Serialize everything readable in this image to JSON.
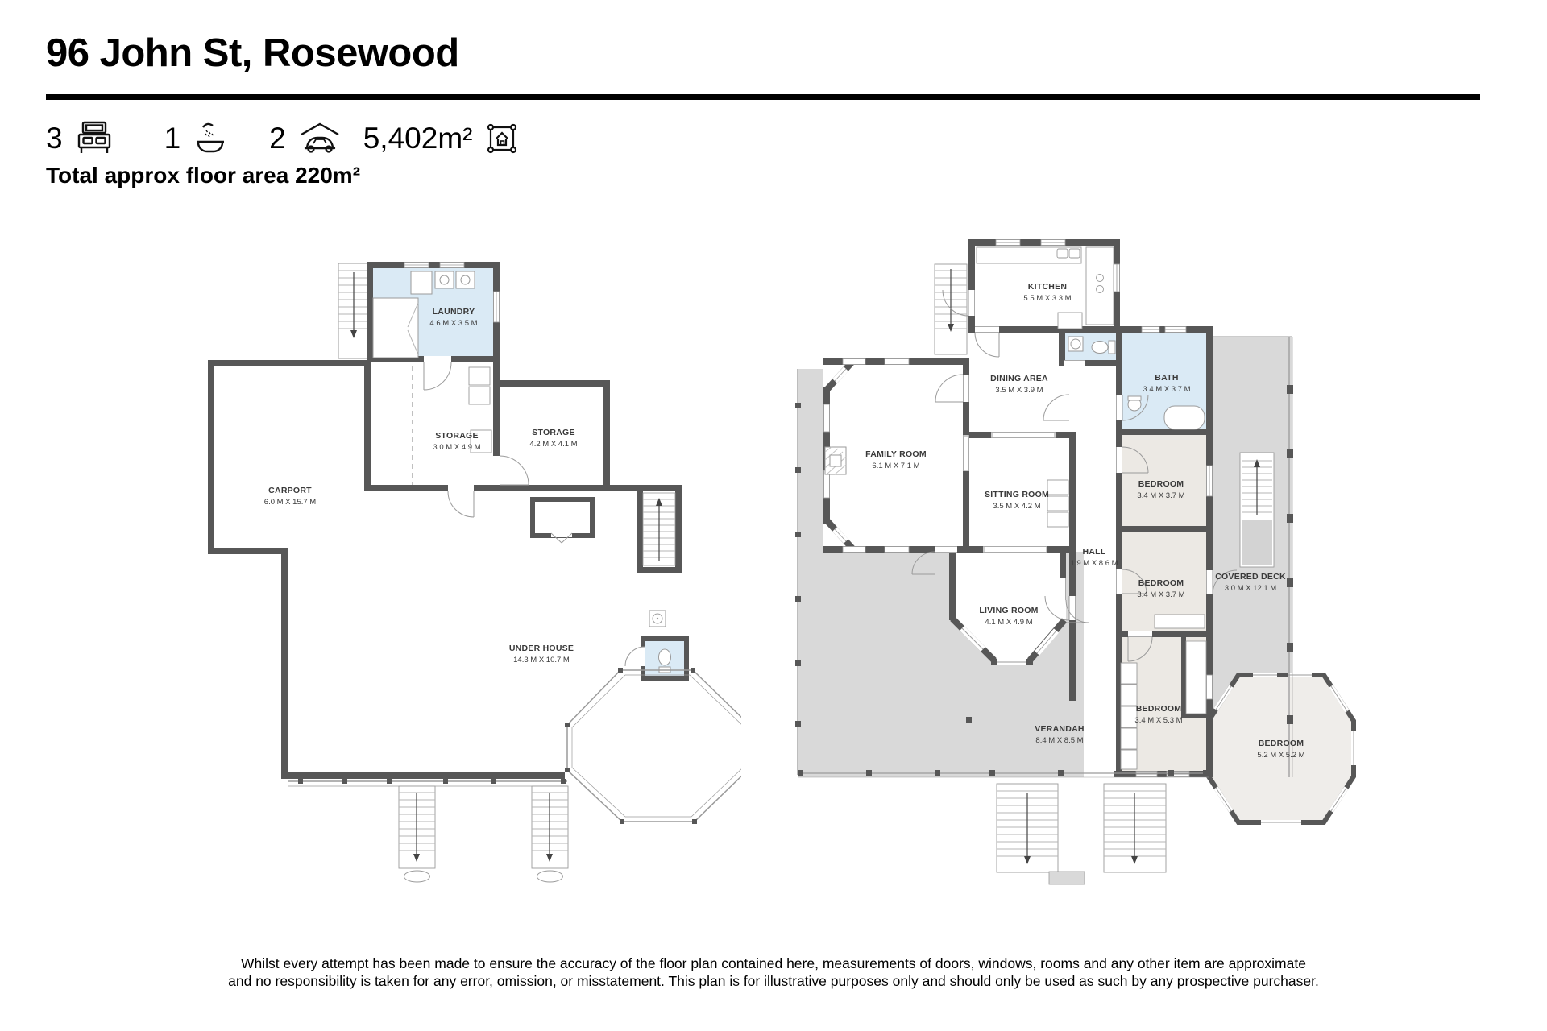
{
  "header": {
    "title": "96 John St, Rosewood",
    "stats": [
      {
        "icon": "bed-icon",
        "value": "3"
      },
      {
        "icon": "bath-icon",
        "value": "1"
      },
      {
        "icon": "car-icon",
        "value": "2"
      },
      {
        "icon": "land-size-icon",
        "value": "5,402m²"
      }
    ],
    "floor_area_note": "Total approx floor area 220m²"
  },
  "plans": {
    "lower": {
      "rooms": [
        {
          "name": "LAUNDRY",
          "dims": "4.6 M X 3.5 M"
        },
        {
          "name": "CARPORT",
          "dims": "6.0 M X 15.7 M"
        },
        {
          "name": "STORAGE",
          "dims": "3.0 M X 4.9 M"
        },
        {
          "name": "STORAGE",
          "dims": "4.2 M X 4.1 M"
        },
        {
          "name": "UNDER HOUSE",
          "dims": "14.3 M X 10.7 M"
        }
      ]
    },
    "upper": {
      "rooms": [
        {
          "name": "KITCHEN",
          "dims": "5.5 M X 3.3 M"
        },
        {
          "name": "DINING AREA",
          "dims": "3.5 M X 3.9 M"
        },
        {
          "name": "BATH",
          "dims": "3.4 M X 3.7 M"
        },
        {
          "name": "FAMILY ROOM",
          "dims": "6.1 M X 7.1 M"
        },
        {
          "name": "SITTING ROOM",
          "dims": "3.5 M X 4.2 M"
        },
        {
          "name": "HALL",
          "dims": "1.9 M X 8.6 M"
        },
        {
          "name": "BEDROOM",
          "dims": "3.4 M X 3.7 M"
        },
        {
          "name": "BEDROOM",
          "dims": "3.4 M X 3.7 M"
        },
        {
          "name": "COVERED DECK",
          "dims": "3.0 M X 12.1 M"
        },
        {
          "name": "LIVING ROOM",
          "dims": "4.1 M X 4.9 M"
        },
        {
          "name": "VERANDAH",
          "dims": "8.4 M X 8.5 M"
        },
        {
          "name": "BEDROOM",
          "dims": "3.4 M X 5.3 M"
        },
        {
          "name": "BEDROOM",
          "dims": "5.2 M X 5.2 M"
        }
      ]
    }
  },
  "disclaimer": {
    "line1": "Whilst every attempt has been made to ensure the accuracy of the floor plan contained here, measurements of doors, windows, rooms and any other item are approximate",
    "line2": "and no responsibility is taken for any error, omission, or misstatement. This plan is for illustrative purposes only and should only be used as such by any prospective purchaser."
  },
  "colors": {
    "wall": "#575757",
    "wet_area": "#daeaf5",
    "bedroom_fill": "#ece9e4",
    "deck_fill": "#d9d9d9",
    "thin_line": "#9a9a9a"
  }
}
